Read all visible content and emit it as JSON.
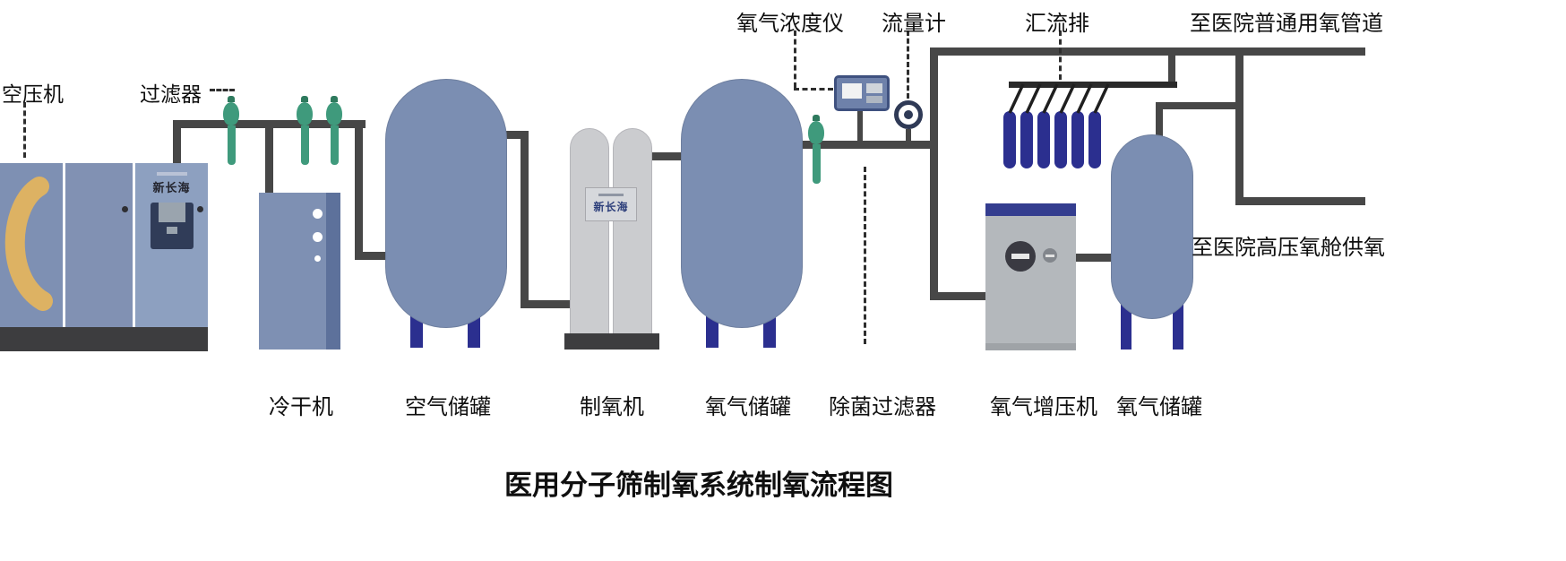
{
  "title": "医用分子筛制氧系统制氧流程图",
  "brand": "新长海",
  "components": {
    "air_compressor": {
      "label": "空压机"
    },
    "filter": {
      "label": "过滤器"
    },
    "dryer": {
      "label": "冷干机"
    },
    "air_tank": {
      "label": "空气储罐"
    },
    "oxygen_generator": {
      "label": "制氧机"
    },
    "oxygen_tank": {
      "label": "氧气储罐"
    },
    "sterile_filter": {
      "label": "除菌过滤器"
    },
    "oxygen_analyzer": {
      "label": "氧气浓度仪"
    },
    "flow_meter": {
      "label": "流量计"
    },
    "manifold": {
      "label": "汇流排"
    },
    "oxygen_booster": {
      "label": "氧气增压机"
    },
    "oxygen_tank_2": {
      "label": "氧气储罐"
    }
  },
  "outputs": {
    "general_pipeline": "至医院普通用氧管道",
    "hyperbaric_chamber": "至医院高压氧舱供氧"
  },
  "colors": {
    "tank_blue": "#7b8eb2",
    "leg_navy": "#2b2f8f",
    "pipe_gray": "#474747",
    "filter_green": "#3f9a7c",
    "machine_gray": "#cbcccf",
    "base_dark": "#3d3d3f",
    "accent_yellow": "#ddb263"
  }
}
